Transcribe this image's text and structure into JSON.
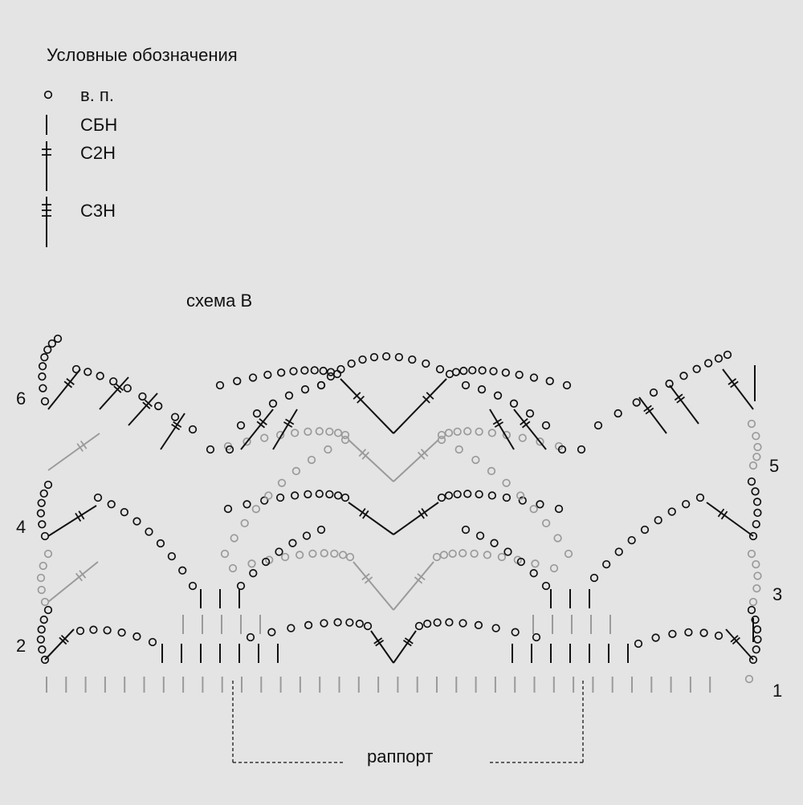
{
  "legend": {
    "title": "Условные обозначения",
    "items": [
      {
        "symbol": "chain-circle-icon",
        "label": "в. п."
      },
      {
        "symbol": "single-crochet-icon",
        "label": "СБН"
      },
      {
        "symbol": "double-crochet-2-icon",
        "label": "С2Н"
      },
      {
        "symbol": "treble-crochet-3-icon",
        "label": "С3Н"
      }
    ]
  },
  "scheme": {
    "title": "схема В",
    "rows_left": [
      "6",
      "4",
      "2"
    ],
    "rows_right": [
      "5",
      "3",
      "1"
    ],
    "rapport_label": "раппорт"
  },
  "colors": {
    "ink": "#111111",
    "faint": "#9a9a9a",
    "background": "#e4e4e4"
  }
}
